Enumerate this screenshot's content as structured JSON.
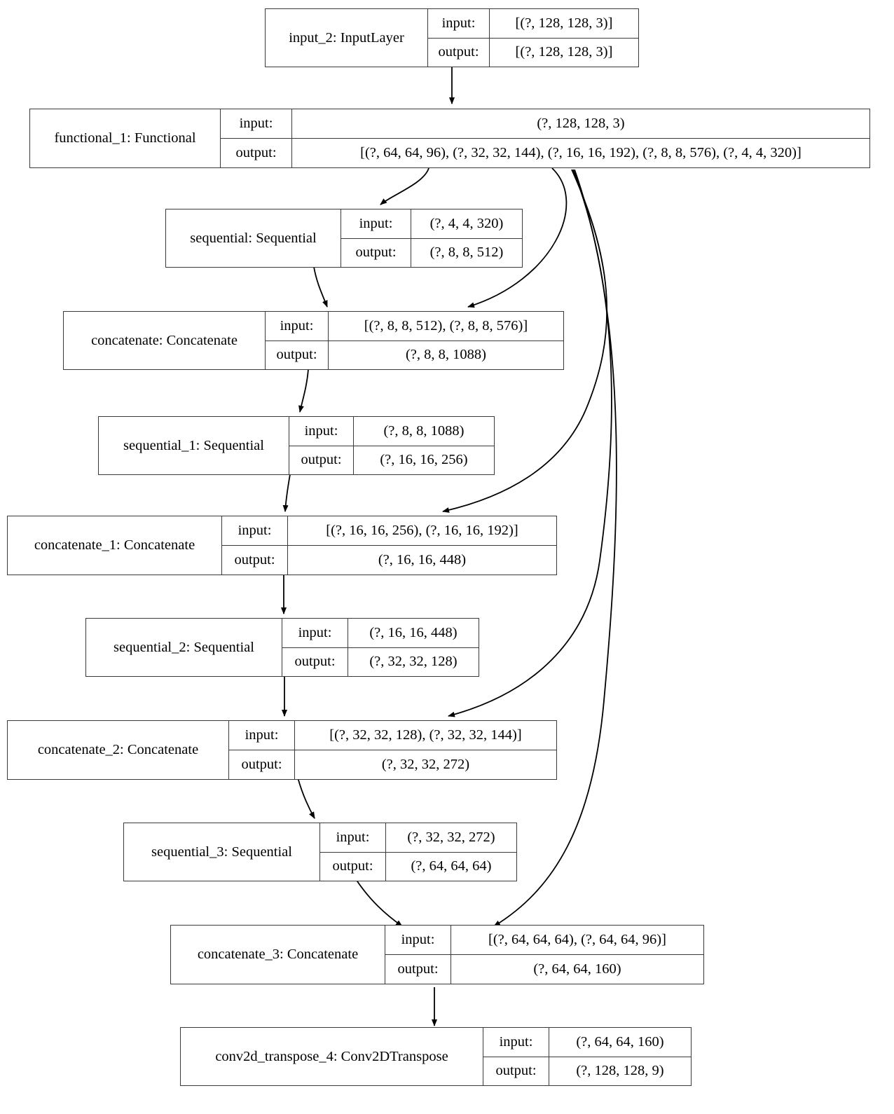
{
  "diagram": {
    "title": "Keras model architecture graph",
    "type": "directed-graph",
    "background_color": "#ffffff",
    "node_border_color": "#3a3a3a",
    "edge_color": "#000000",
    "io_labels": {
      "input": "input:",
      "output": "output:"
    },
    "nodes": [
      {
        "id": "input_2",
        "name": "input_2: InputLayer",
        "input": "[(?, 128, 128, 3)]",
        "output": "[(?, 128, 128, 3)]"
      },
      {
        "id": "functional_1",
        "name": "functional_1: Functional",
        "input": "(?, 128, 128, 3)",
        "output": "[(?, 64, 64, 96), (?, 32, 32, 144), (?, 16, 16, 192), (?, 8, 8, 576), (?, 4, 4, 320)]"
      },
      {
        "id": "sequential",
        "name": "sequential: Sequential",
        "input": "(?, 4, 4, 320)",
        "output": "(?, 8, 8, 512)"
      },
      {
        "id": "concatenate",
        "name": "concatenate: Concatenate",
        "input": "[(?, 8, 8, 512), (?, 8, 8, 576)]",
        "output": "(?, 8, 8, 1088)"
      },
      {
        "id": "sequential_1",
        "name": "sequential_1: Sequential",
        "input": "(?, 8, 8, 1088)",
        "output": "(?, 16, 16, 256)"
      },
      {
        "id": "concatenate_1",
        "name": "concatenate_1: Concatenate",
        "input": "[(?, 16, 16, 256), (?, 16, 16, 192)]",
        "output": "(?, 16, 16, 448)"
      },
      {
        "id": "sequential_2",
        "name": "sequential_2: Sequential",
        "input": "(?, 16, 16, 448)",
        "output": "(?, 32, 32, 128)"
      },
      {
        "id": "concatenate_2",
        "name": "concatenate_2: Concatenate",
        "input": "[(?, 32, 32, 128), (?, 32, 32, 144)]",
        "output": "(?, 32, 32, 272)"
      },
      {
        "id": "sequential_3",
        "name": "sequential_3: Sequential",
        "input": "(?, 32, 32, 272)",
        "output": "(?, 64, 64, 64)"
      },
      {
        "id": "concatenate_3",
        "name": "concatenate_3: Concatenate",
        "input": "[(?, 64, 64, 64), (?, 64, 64, 96)]",
        "output": "(?, 64, 64, 160)"
      },
      {
        "id": "conv2d_transpose_4",
        "name": "conv2d_transpose_4: Conv2DTranspose",
        "input": "(?, 64, 64, 160)",
        "output": "(?, 128, 128, 9)"
      }
    ],
    "edges": [
      {
        "from": "input_2",
        "to": "functional_1"
      },
      {
        "from": "functional_1",
        "to": "sequential"
      },
      {
        "from": "sequential",
        "to": "concatenate"
      },
      {
        "from": "functional_1",
        "to": "concatenate"
      },
      {
        "from": "concatenate",
        "to": "sequential_1"
      },
      {
        "from": "sequential_1",
        "to": "concatenate_1"
      },
      {
        "from": "functional_1",
        "to": "concatenate_1"
      },
      {
        "from": "concatenate_1",
        "to": "sequential_2"
      },
      {
        "from": "sequential_2",
        "to": "concatenate_2"
      },
      {
        "from": "functional_1",
        "to": "concatenate_2"
      },
      {
        "from": "concatenate_2",
        "to": "sequential_3"
      },
      {
        "from": "sequential_3",
        "to": "concatenate_3"
      },
      {
        "from": "functional_1",
        "to": "concatenate_3"
      },
      {
        "from": "concatenate_3",
        "to": "conv2d_transpose_4"
      }
    ]
  }
}
